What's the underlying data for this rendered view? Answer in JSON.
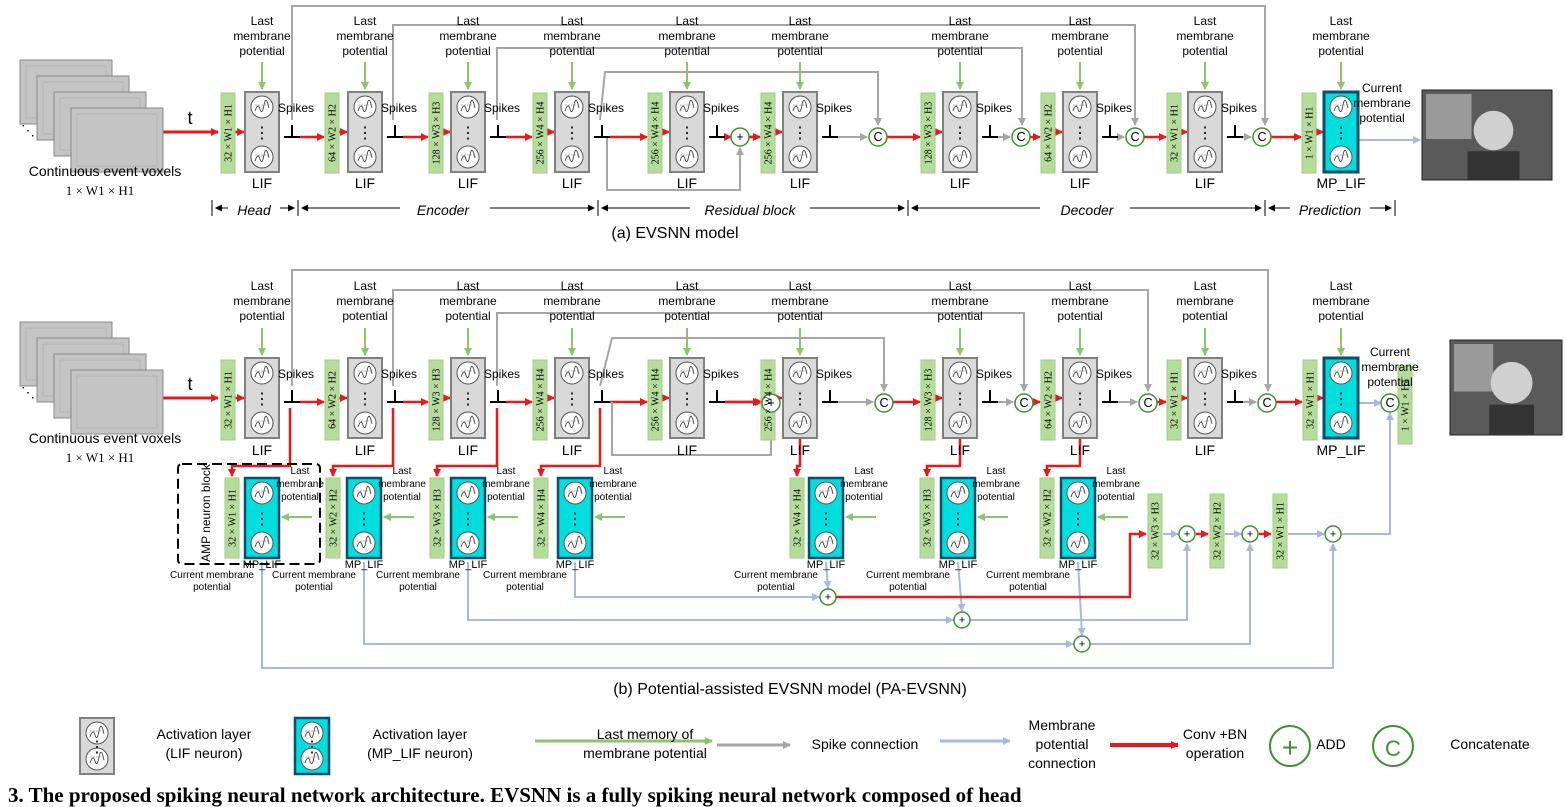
{
  "labels": {
    "last": "Last",
    "membrane": "membrane",
    "potential": "potential",
    "spikes": "Spikes",
    "lif": "LIF",
    "mp_lif": "MP_LIF",
    "t": "t",
    "current": "Current",
    "membrane_potential_short": "membrane",
    "current_membrane": "Current membrane",
    "input_caption": "Continuous  event voxels",
    "input_dim": "1 × W1 × H1",
    "amp_block": "AMP neuron block",
    "vdots": "⋮"
  },
  "top": {
    "sections": [
      "Head",
      "Encoder",
      "Residual block",
      "Decoder",
      "Prediction"
    ],
    "conv": [
      "32 × W1 × H1",
      "64 × W2 × H2",
      "128 × W3 × H3",
      "256 × W4 × H4",
      "256 × W4 × H4",
      "256 × W4 × H4",
      "128 × W3 × H3",
      "64 × W2 × H2",
      "32 × W1 × H1",
      "1 × W1 × H1"
    ],
    "caption": "(a) EVSNN model"
  },
  "bottom": {
    "conv": [
      "32 × W1 × H1",
      "64 × W2 × H2",
      "128 × W3 × H3",
      "256 × W4 × H4",
      "256 × W4 × H4",
      "256 × W4 × H4",
      "128 × W3 × H3",
      "64 × W2 × H2",
      "32 × W1 × H1",
      "32 × W1 × H1",
      "1 × W1 × H1"
    ],
    "amp_conv": [
      "32 × W1 × H1",
      "32 × W2 × H2",
      "32 × W3 × H3",
      "32 × W4 × H4",
      "32 × W4 × H4",
      "32 × W3 × H3",
      "32 × W2 × H2"
    ],
    "dec_conv": [
      "32 × W3 × H3",
      "32 × W2 × H2",
      "32 × W1 × H1"
    ],
    "caption": "(b) Potential-assisted EVSNN model (PA-EVSNN)"
  },
  "legend": {
    "lif_label_1": "Activation layer",
    "lif_label_2": "(LIF neuron)",
    "mp_label_1": "Activation layer",
    "mp_label_2": "(MP_LIF neuron)",
    "last_mem_1": "Last memory of",
    "last_mem_2": "membrane potential",
    "spike": "Spike connection",
    "mem_1": "Membrane",
    "mem_2": "potential",
    "mem_3": "connection",
    "conv_1": "Conv +BN",
    "conv_2": "operation",
    "add": "ADD",
    "concat": "Concatenate",
    "add_symbol": "+",
    "concat_symbol": "C"
  },
  "footer_text": "3. The proposed spiking neural network architecture. EVSNN is a fully spiking neural network composed of head",
  "colors": {
    "green_arrow": "#8cc46a",
    "gray_arrow": "#a6a6a6",
    "blue_arrow": "#a7b9dd",
    "red_arrow": "#e8191c",
    "conv_fill": "#b6dc9c",
    "lif_fill": "#d9d9d9",
    "mp_fill": "#00dede",
    "circle_green": "#3f8f33"
  }
}
